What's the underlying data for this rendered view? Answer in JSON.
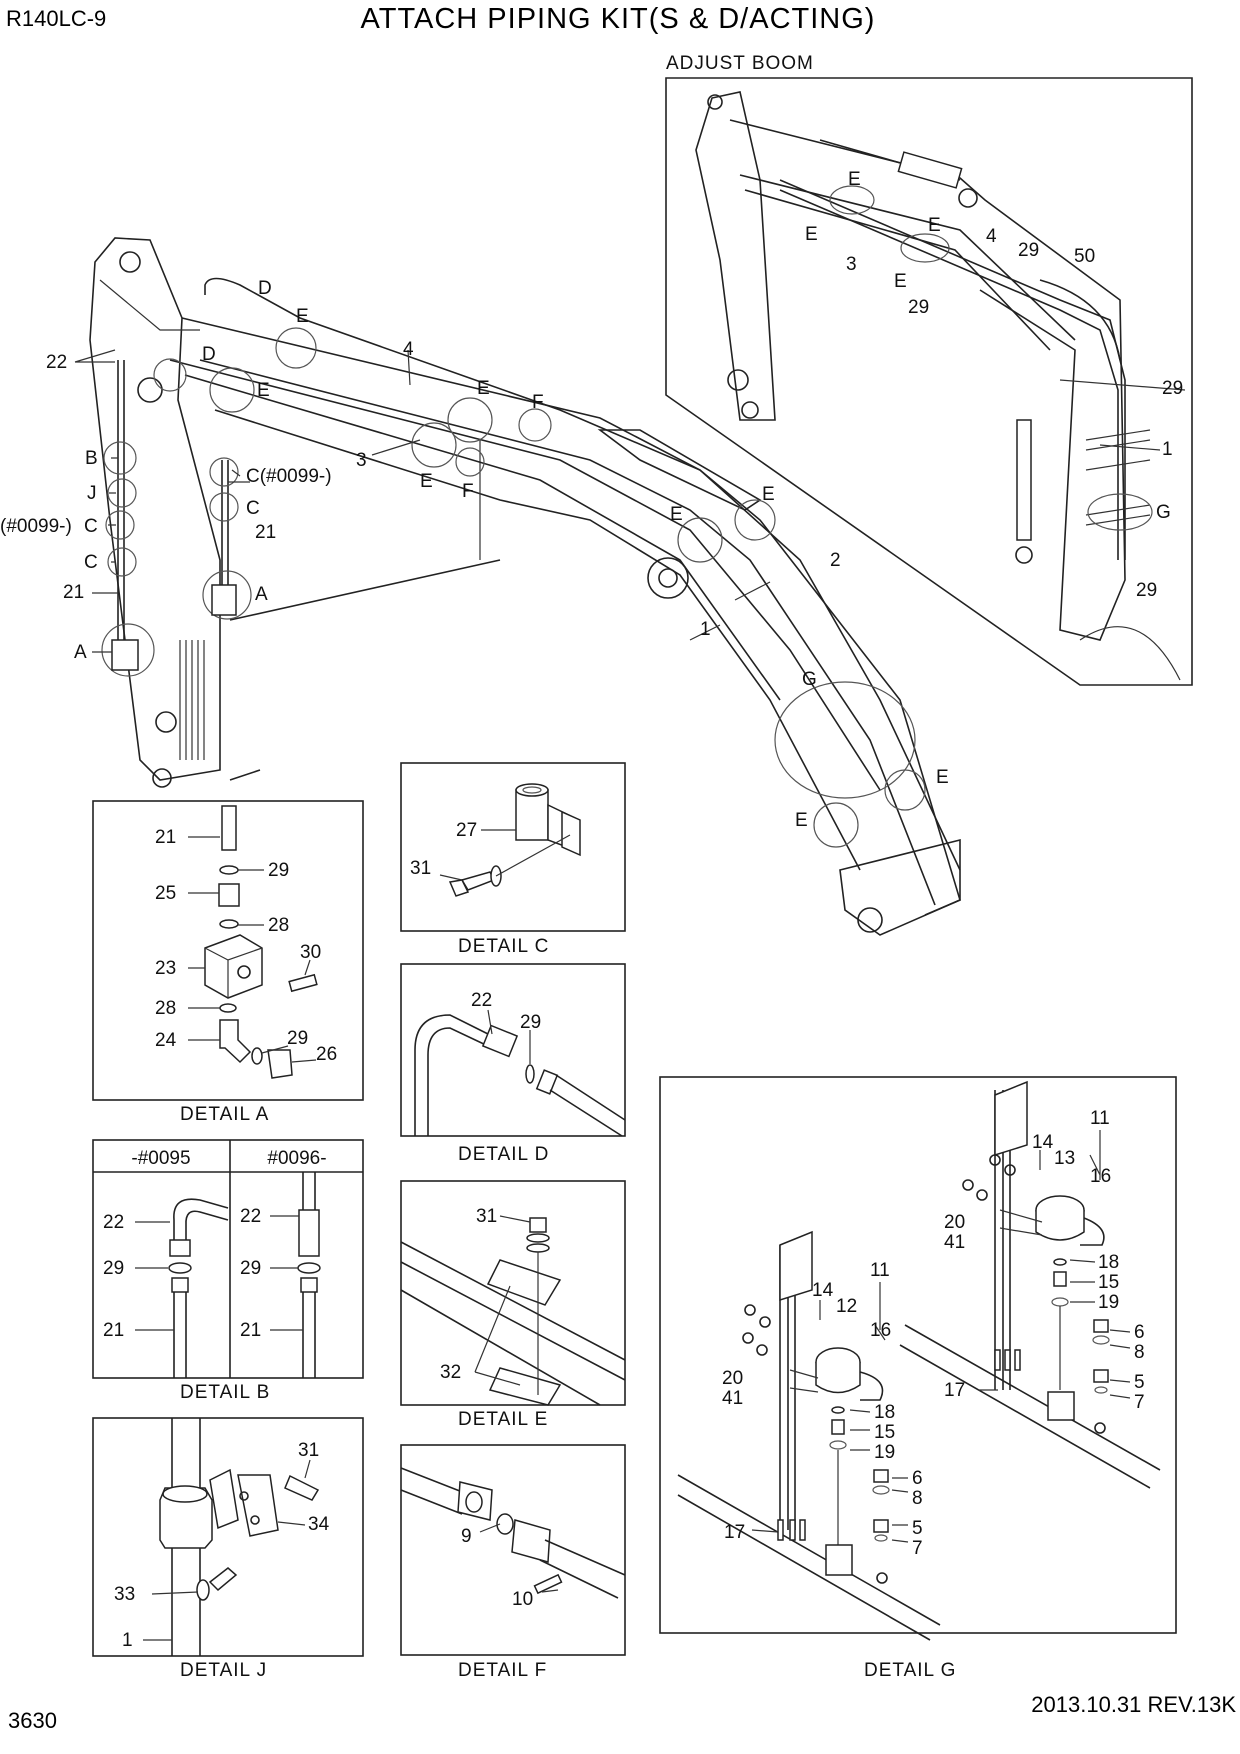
{
  "header": {
    "model": "R140LC-9",
    "title": "ATTACH PIPING KIT(S & D/ACTING)"
  },
  "footer": {
    "page_number": "3630",
    "revision": "2013.10.31  REV.13K"
  },
  "adjust_boom": {
    "title": "ADJUST BOOM",
    "labels": [
      "E",
      "E",
      "E",
      "4",
      "29",
      "50",
      "3",
      "E",
      "29",
      "29",
      "1",
      "G",
      "29"
    ]
  },
  "main_view": {
    "labels": [
      "D",
      "E",
      "22",
      "D",
      "E",
      "4",
      "E",
      "F",
      "B",
      "C(#0099-)",
      "J",
      "C",
      "(#0099-)",
      "C",
      "21",
      "C",
      "E",
      "3",
      "F",
      "E",
      "E",
      "2",
      "21",
      "A",
      "1",
      "A",
      "G",
      "E",
      "E"
    ]
  },
  "detail_a": {
    "caption": "DETAIL  A",
    "labels": [
      "21",
      "29",
      "25",
      "28",
      "23",
      "30",
      "28",
      "29",
      "24",
      "26"
    ]
  },
  "detail_b": {
    "caption": "DETAIL  B",
    "col_left": "-#0095",
    "col_right": "#0096-",
    "labels": [
      "22",
      "29",
      "21",
      "22",
      "29",
      "21"
    ]
  },
  "detail_j": {
    "caption": "DETAIL  J",
    "labels": [
      "31",
      "34",
      "33",
      "1"
    ]
  },
  "detail_c": {
    "caption": "DETAIL  C",
    "labels": [
      "27",
      "31"
    ]
  },
  "detail_d": {
    "caption": "DETAIL  D",
    "labels": [
      "22",
      "29"
    ]
  },
  "detail_e": {
    "caption": "DETAIL  E",
    "labels": [
      "31",
      "32"
    ]
  },
  "detail_f": {
    "caption": "DETAIL  F",
    "labels": [
      "9",
      "10"
    ]
  },
  "detail_g": {
    "caption": "DETAIL  G",
    "labels": [
      "11",
      "14",
      "13",
      "16",
      "20",
      "41",
      "18",
      "15",
      "19",
      "6",
      "8",
      "11",
      "14",
      "12",
      "16",
      "5",
      "7",
      "20",
      "41",
      "17",
      "18",
      "15",
      "19",
      "6",
      "8",
      "5",
      "7",
      "17"
    ]
  }
}
